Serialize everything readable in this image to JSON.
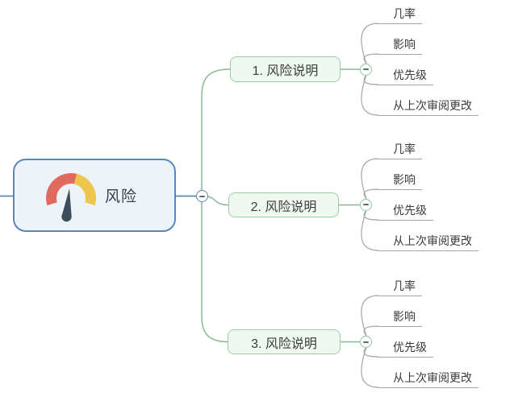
{
  "app": {
    "type": "mindmap",
    "background": "#ffffff"
  },
  "root": {
    "label": "风险",
    "icon": "gauge-icon"
  },
  "branches": [
    {
      "label": "1. 风险说明",
      "children": [
        "几率",
        "影响",
        "优先级",
        "从上次审阅更改"
      ]
    },
    {
      "label": "2. 风险说明",
      "children": [
        "几率",
        "影响",
        "优先级",
        "从上次审阅更改"
      ]
    },
    {
      "label": "3. 风险说明",
      "children": [
        "几率",
        "影响",
        "优先级",
        "从上次审阅更改"
      ]
    }
  ],
  "collapse_button": {
    "symbol": "−",
    "state": "expanded"
  },
  "colors": {
    "root_border": "#5b87b5",
    "root_fill": "#edf3f9",
    "branch_line_green": "#85bb8c",
    "child_border": "#9ccda1",
    "child_fill": "#eff8f0",
    "leaf_line_gray": "#a5a5a5",
    "gauge_red": "#e06a5e",
    "gauge_yellow": "#edc64e",
    "gauge_needle": "#3b4e5a",
    "text": "#3a3a3a"
  }
}
